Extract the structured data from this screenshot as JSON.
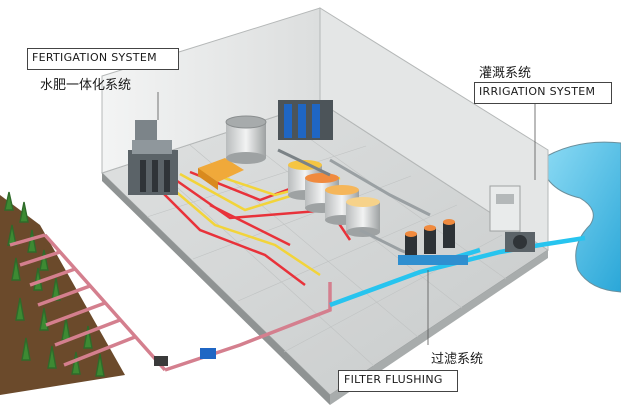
{
  "labels": {
    "fertigation_en": "FERTIGATION SYSTEM",
    "fertigation_zh": "水肥一体化系统",
    "irrigation_zh": "灌溉系统",
    "irrigation_en": "IRRIGATION SYSTEM",
    "filter_zh": "过滤系统",
    "filter_en": "FILTER FLUSHING"
  },
  "colors": {
    "water_pipe": "#27c4ef",
    "pink_pipe": "#d47f8e",
    "red_line": "#e8323a",
    "yellow_line": "#f2d43a",
    "floor": "#d4d6d6",
    "wall": "#eaecec",
    "pool": "#5fc4e8",
    "tank_orange": "#f08a3e",
    "tank_yellow": "#f5c542"
  }
}
